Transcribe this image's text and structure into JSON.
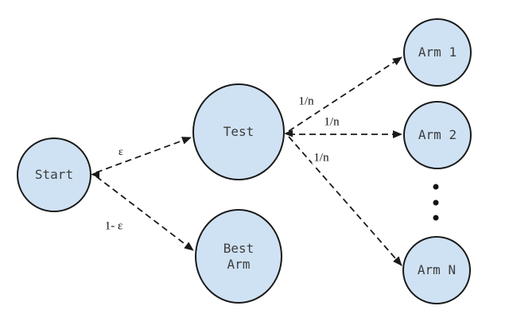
{
  "diagram": {
    "type": "flow-diagram",
    "description": "Epsilon-greedy bandit test flow",
    "colors": {
      "background": "#ffffff",
      "node_fill": "#cfe2f3",
      "node_stroke": "#1a1a1a",
      "edge_line": "#1a1a1a",
      "node_text": "#3d3d3d",
      "edge_label_text": "#111111"
    },
    "nodes": {
      "start": {
        "label": "Start"
      },
      "test": {
        "label": "Test"
      },
      "best_arm": {
        "line1": "Best",
        "line2": "Arm"
      },
      "arm1": {
        "label": "Arm 1"
      },
      "arm2": {
        "label": "Arm 2"
      },
      "armN": {
        "label": "Arm N"
      }
    },
    "edges": {
      "start_to_test": {
        "label": "ε"
      },
      "start_to_best_arm": {
        "label": "1- ε"
      },
      "test_to_arm1": {
        "label": "1/n"
      },
      "test_to_arm2": {
        "label": "1/n"
      },
      "test_to_armN": {
        "label": "1/n"
      }
    },
    "ellipsis_between_arm2_and_armN": "⋮"
  }
}
